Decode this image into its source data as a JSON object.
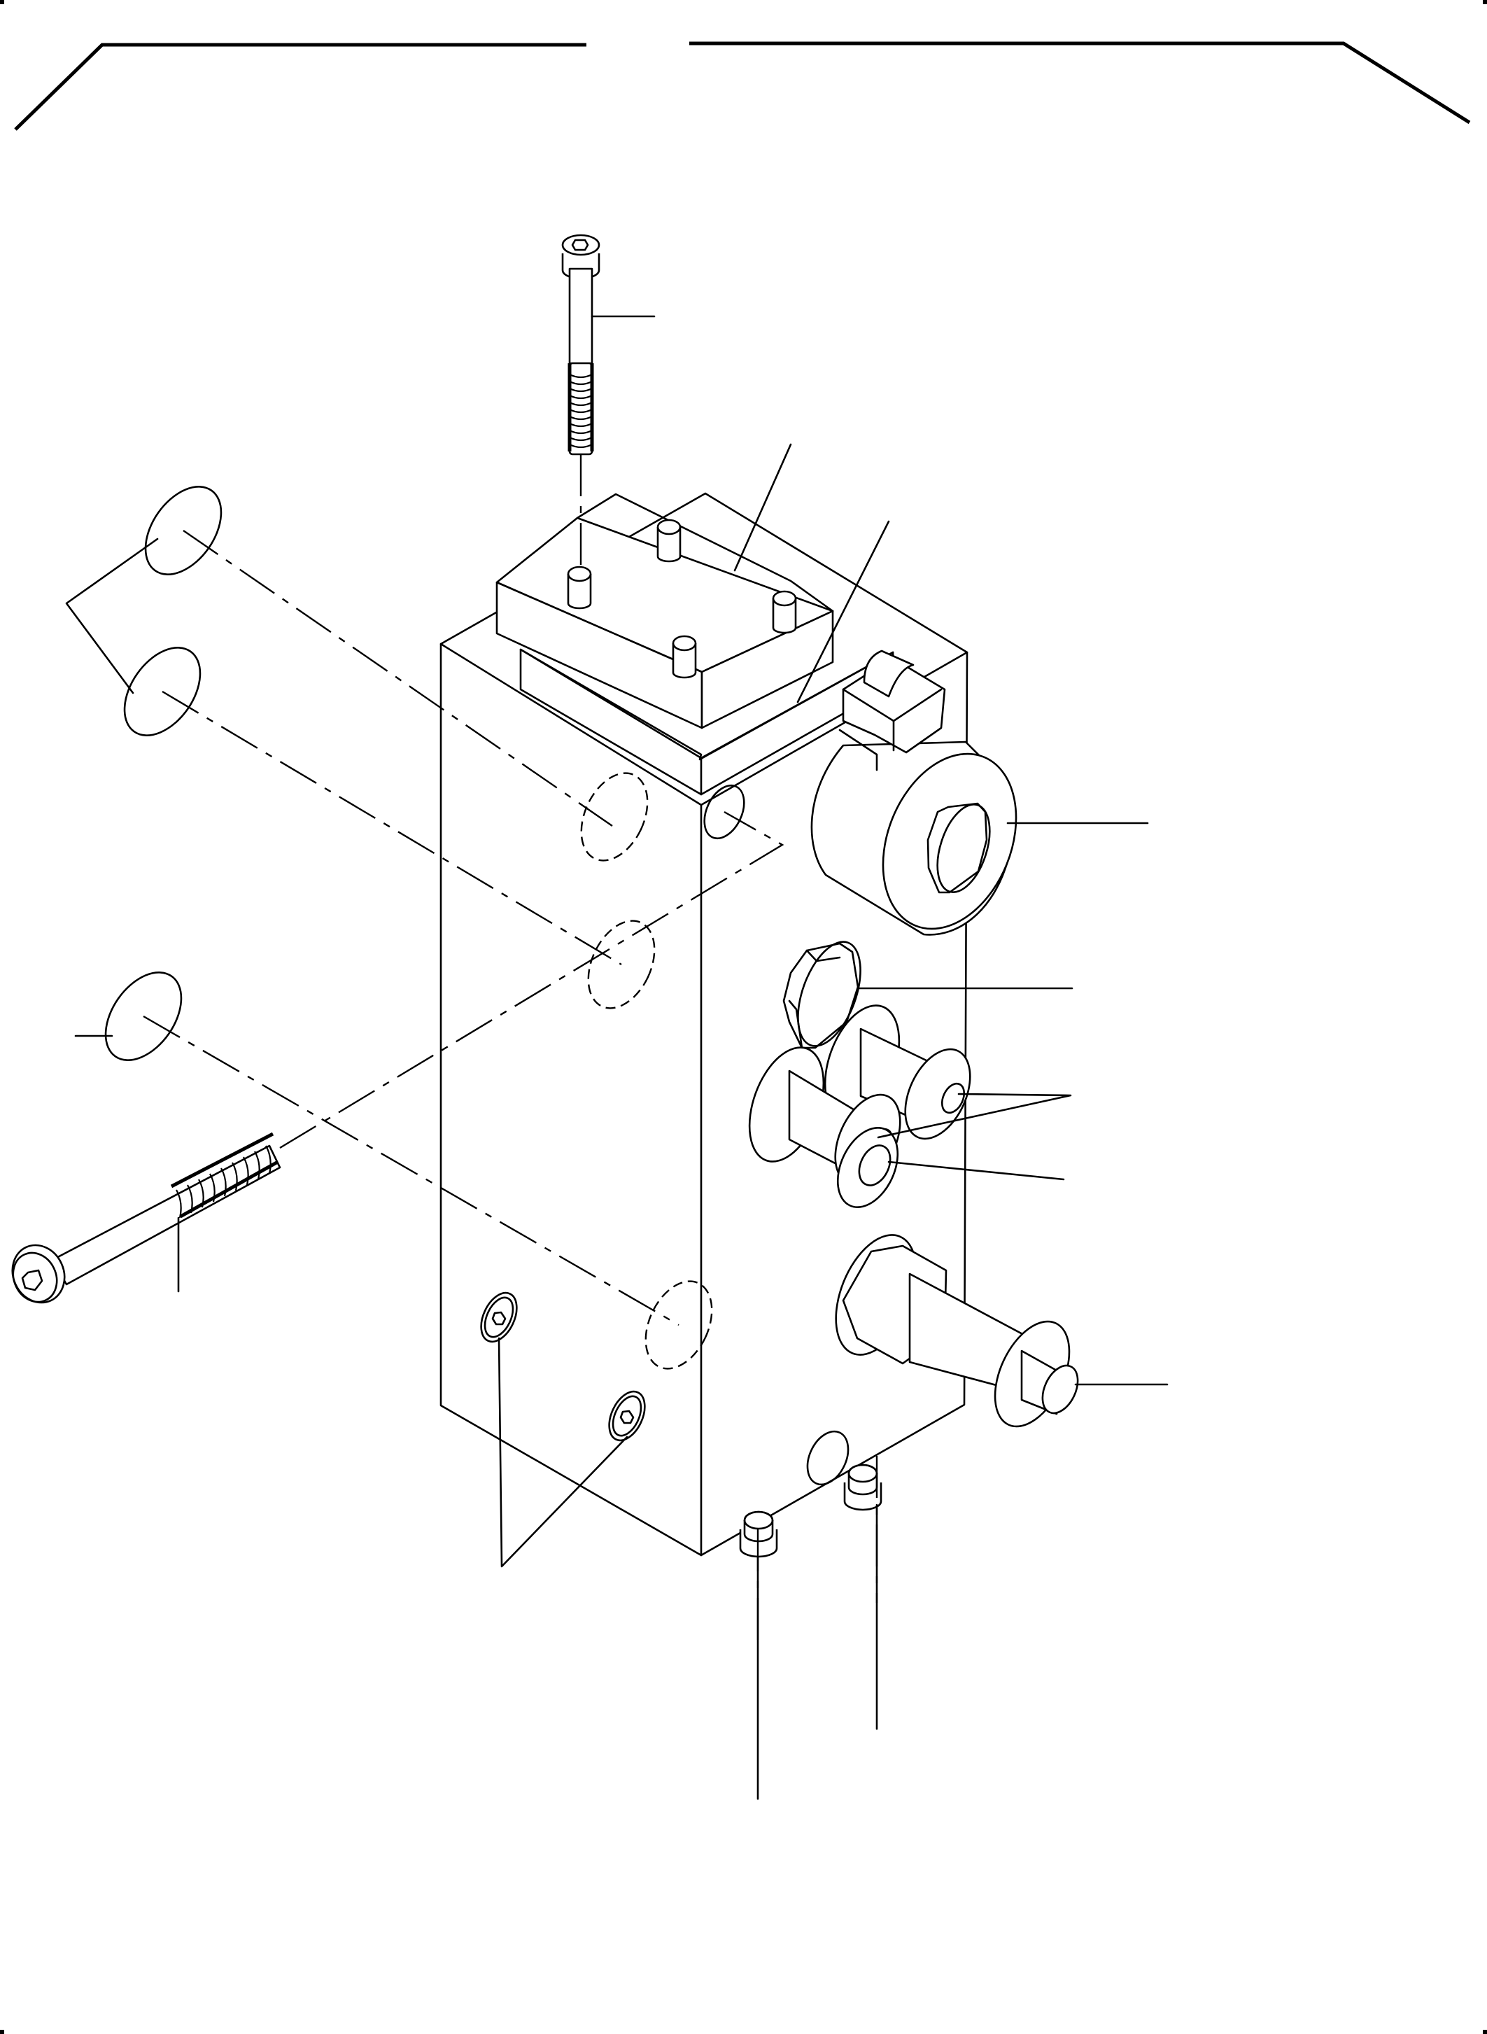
{
  "diagram": {
    "type": "exploded-parts-view",
    "subject": "hydraulic valve manifold block assembly",
    "stroke_color": "#000000",
    "background_color": "#ffffff",
    "callout_labels_visible": false,
    "parts": [
      {
        "id": "long-socket-bolt-top",
        "name": "Socket head cap screw (vertical)",
        "leader_end": [
          935,
          455
        ]
      },
      {
        "id": "cover-plate",
        "name": "Valve cover plate",
        "leader_end": [
          1130,
          635
        ]
      },
      {
        "id": "cover-gasket",
        "name": "Cover gasket / base plate",
        "leader_end": [
          1270,
          745
        ]
      },
      {
        "id": "o-rings-left-pair",
        "name": "O-rings (pair)",
        "leader_end": [
          95,
          862
        ]
      },
      {
        "id": "o-ring-left-single",
        "name": "O-ring",
        "leader_end": [
          108,
          1480
        ]
      },
      {
        "id": "long-socket-bolt-side",
        "name": "Socket head cap screw (through-bolt)",
        "leader_end": [
          255,
          1845
        ]
      },
      {
        "id": "solenoid-coil",
        "name": "Solenoid coil with connector",
        "leader_end": [
          1640,
          1176
        ]
      },
      {
        "id": "hex-plug",
        "name": "Hex plug",
        "leader_end": [
          1532,
          1412
        ]
      },
      {
        "id": "orifice-fittings",
        "name": "Orifice fittings (pair)",
        "leader_end": [
          1530,
          1565
        ]
      },
      {
        "id": "seal-washer",
        "name": "Seal washer",
        "leader_end": [
          1520,
          1685
        ]
      },
      {
        "id": "relief-cartridge",
        "name": "Relief valve cartridge",
        "leader_end": [
          1668,
          1978
        ]
      },
      {
        "id": "flush-plugs",
        "name": "Flush socket plugs (pair)",
        "leader_end": [
          717,
          2238
        ]
      },
      {
        "id": "bottom-plug-left",
        "name": "Bottom port plug",
        "leader_end": [
          1083,
          2570
        ]
      },
      {
        "id": "bottom-plug-right",
        "name": "Bottom port plug",
        "leader_end": [
          1253,
          2470
        ]
      },
      {
        "id": "manifold-block",
        "name": "Manifold body"
      }
    ],
    "frame": {
      "type": "trapezoid-header-lines",
      "gap_between_segments": [
        838,
        985
      ]
    }
  }
}
